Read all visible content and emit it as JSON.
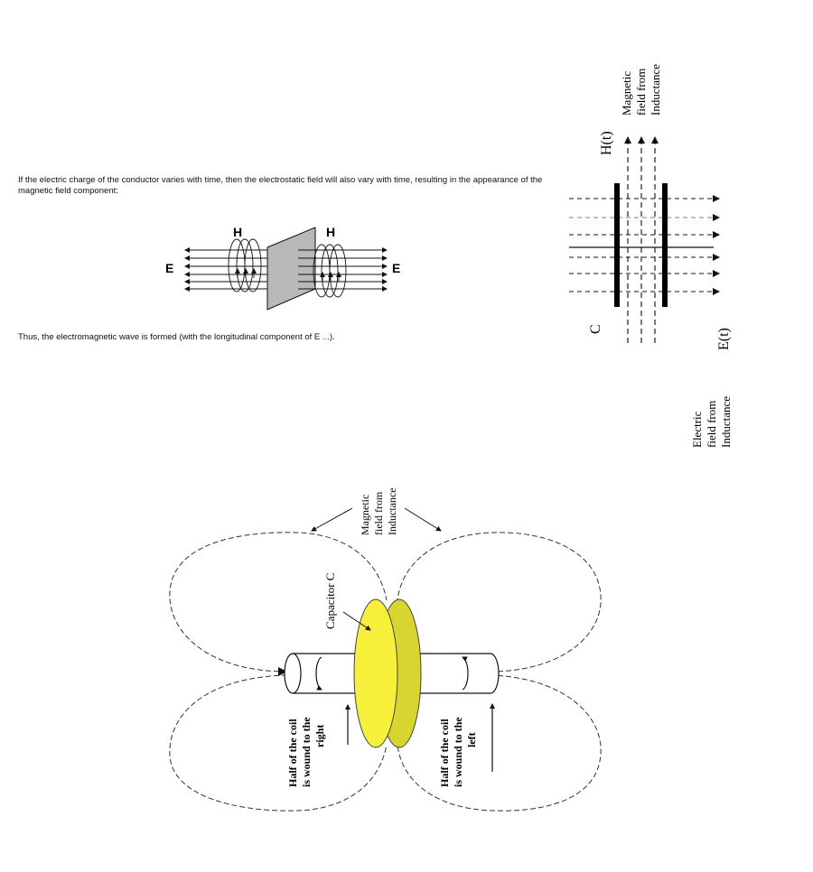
{
  "intro_text": "If the electric charge of the conductor varies with time, then the electrostatic field will also vary with time,  resulting in the appearance of the magnetic field component:",
  "conclusion_text": "Thus, the electromagnetic wave is formed (with the longitudinal component of E ...).",
  "small_diagram": {
    "h_label": "H",
    "e_label": "E"
  },
  "capacitor_diagram": {
    "h_label": "H(t)",
    "c_label": "C",
    "e_label": "E(t)",
    "magnetic_caption": [
      "Magnetic",
      "field from",
      "Inductance"
    ],
    "electric_caption": [
      "Electric",
      "field from",
      "Inductance"
    ]
  },
  "coil_diagram": {
    "magnetic_caption": [
      "Magnetic",
      "field from",
      "Inductance"
    ],
    "capacitor_label": "Capacitor C",
    "left_coil_caption": [
      "Half of the coil",
      "is wound to the",
      "right"
    ],
    "right_coil_caption": [
      "Half of the coil",
      "is wound to the",
      "left"
    ]
  },
  "colors": {
    "capacitor_front": "#f7f03a",
    "capacitor_back": "#d9d530",
    "plate_fill": "#b8b8b8"
  }
}
